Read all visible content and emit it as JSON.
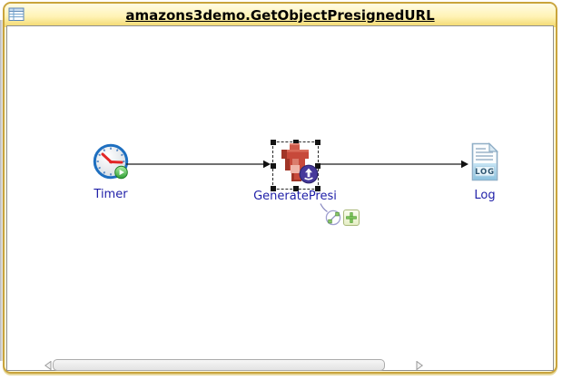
{
  "window": {
    "title": "amazons3demo.GetObjectPresignedURL",
    "title_icon": "table-grid-icon"
  },
  "process": {
    "nodes": [
      {
        "id": "timer",
        "label": "Timer",
        "type": "timer-start-event",
        "icon": "clock-icon",
        "badge": "green-play-badge",
        "selected": false
      },
      {
        "id": "generatepresi",
        "label": "GeneratePresi",
        "type": "aws-s3-activity",
        "icon": "s3-bucket-icon",
        "badge": "purple-upload-arrow-badge",
        "selected": true
      },
      {
        "id": "log",
        "label": "Log",
        "type": "log-activity",
        "icon": "log-document-icon",
        "icon_text": "LOG",
        "selected": false
      }
    ],
    "transitions": [
      {
        "from": "Timer",
        "to": "GeneratePresi"
      },
      {
        "from": "GeneratePresi",
        "to": "Log"
      }
    ],
    "hover_tools": [
      {
        "id": "create-transition",
        "icon": "transition-link-icon"
      },
      {
        "id": "add-activity",
        "icon": "plus-icon"
      }
    ]
  },
  "scrollbar": {
    "orientation": "horizontal",
    "left_arrow": "left-triangle",
    "right_arrow": "right-triangle"
  },
  "colors": {
    "panel_border": "#c9a43c",
    "titlebar_top": "#fffce4",
    "titlebar_bottom": "#f2d76a",
    "canvas_border": "#8f8f8f",
    "label_blue": "#1f1fa8",
    "s3_red": "#c7493a",
    "badge_purple": "#46399b",
    "clock_blue": "#1e6fc0",
    "clock_hand_red": "#e22626",
    "play_green": "#2f9e35",
    "log_blue": "#8faec6",
    "selection_black": "#141414"
  }
}
